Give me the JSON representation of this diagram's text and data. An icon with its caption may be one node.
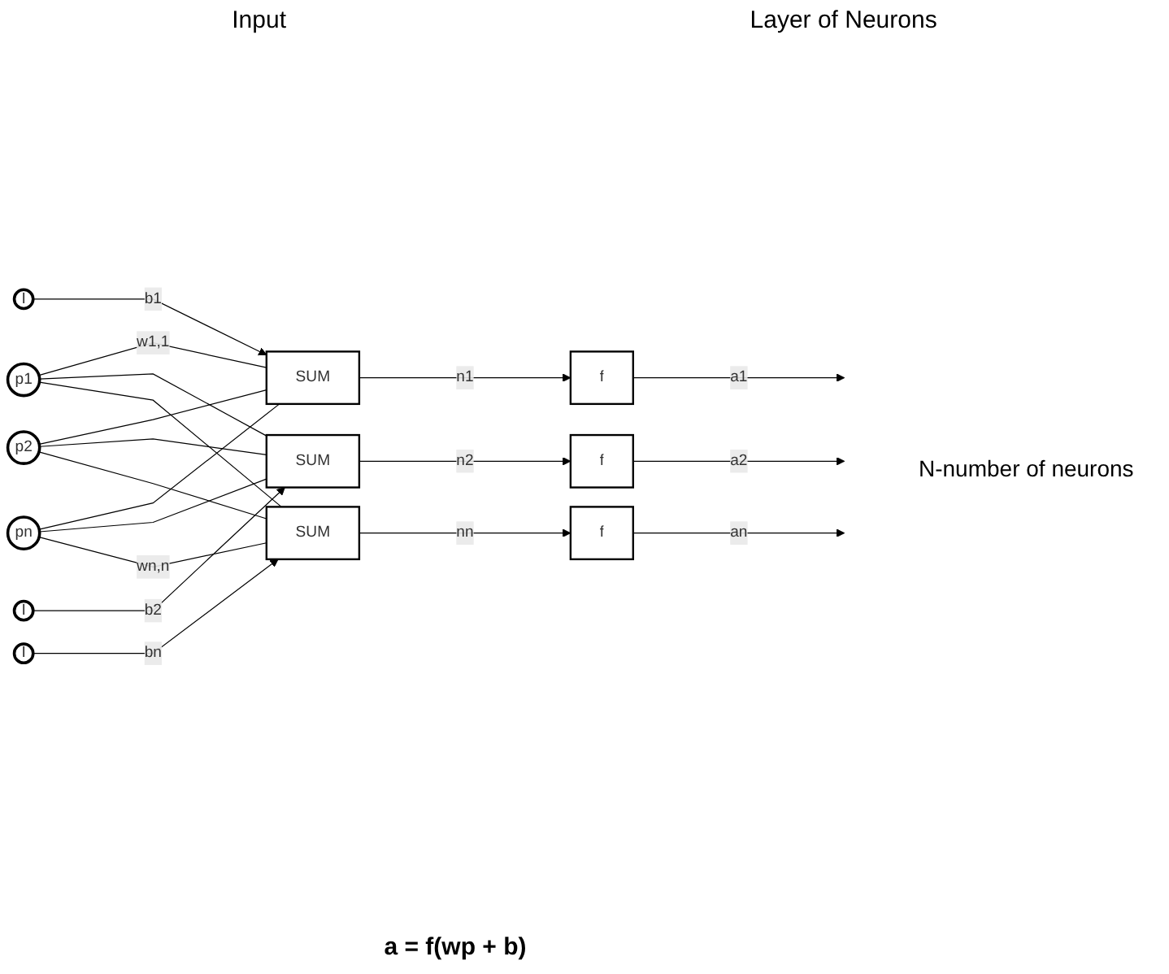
{
  "diagram": {
    "nodes": [
      {
        "text": [
          "p1"
        ]
      },
      {
        "text": [
          "p2"
        ]
      },
      {
        "text": [
          "pn"
        ]
      },
      {
        "text": [
          "SUM"
        ]
      },
      {
        "text": [
          "SUM"
        ]
      },
      {
        "text": [
          "SUM"
        ]
      },
      {
        "text": [
          "f"
        ]
      },
      {
        "text": [
          "f"
        ]
      },
      {
        "text": [
          "f"
        ]
      },
      {
        "text": [
          "I"
        ]
      },
      {
        "text": [
          "I"
        ]
      },
      {
        "text": [
          "I"
        ]
      }
    ],
    "edges": [
      {
        "from": 0,
        "to": 3,
        "arrow": "none",
        "label": "w1,1"
      },
      {
        "from": 0,
        "to": 4,
        "arrow": "none"
      },
      {
        "from": 0,
        "to": 5,
        "arrow": "none"
      },
      {
        "from": 1,
        "to": 3,
        "arrow": "none"
      },
      {
        "from": 1,
        "to": 4,
        "arrow": "none"
      },
      {
        "from": 1,
        "to": 5,
        "arrow": "none"
      },
      {
        "from": 2,
        "to": 3,
        "arrow": "none"
      },
      {
        "from": 2,
        "to": 4,
        "arrow": "none"
      },
      {
        "from": 2,
        "to": 5,
        "arrow": "none",
        "label": "wn,n"
      },
      {
        "from": 9,
        "to": 3,
        "arrow": "to",
        "label": "b1"
      },
      {
        "from": 10,
        "to": 4,
        "arrow": "to",
        "label": "b2"
      },
      {
        "from": 11,
        "to": 5,
        "arrow": "to",
        "label": "bn"
      },
      {
        "from": 3,
        "to": 6,
        "arrow": "to",
        "label": "n1"
      },
      {
        "from": 4,
        "to": 7,
        "arrow": "to",
        "label": "n2"
      },
      {
        "from": 5,
        "to": 8,
        "arrow": "to",
        "label": "nn"
      },
      {
        "from": 6,
        "to": null,
        "arrow": "to",
        "label": "a1"
      },
      {
        "from": 7,
        "to": null,
        "arrow": "to",
        "label": "a2"
      },
      {
        "from": 8,
        "to": null,
        "arrow": "to",
        "label": "an"
      }
    ],
    "labels": [
      "Input",
      "Layer of Neurons",
      "N-number of neurons",
      "a = f(wp + b)"
    ]
  }
}
